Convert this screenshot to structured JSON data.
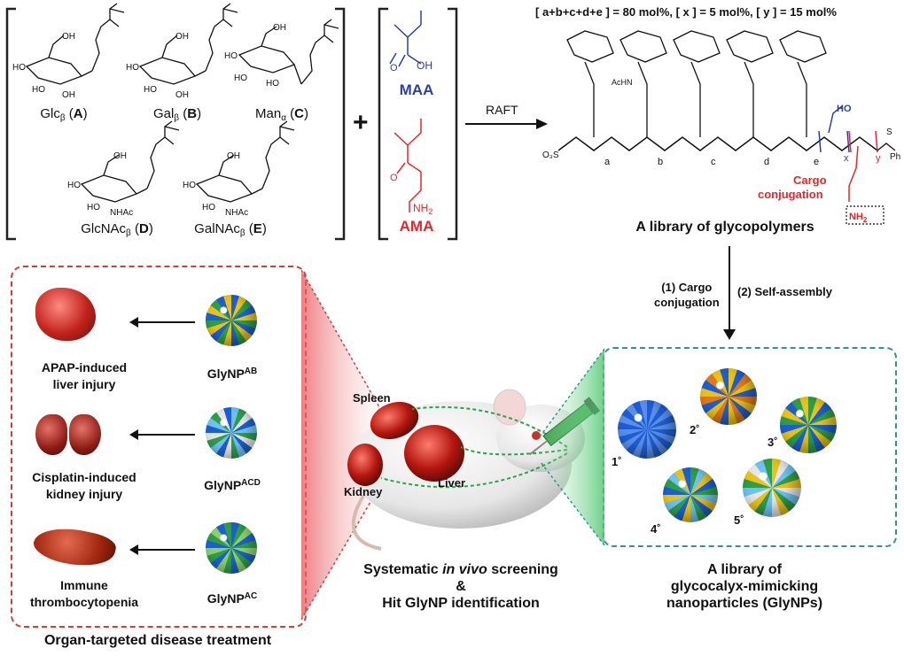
{
  "composition": "[ a+b+c+d+e ] = 80 mol%, [ x ] = 5 mol%, [ y ] = 15 mol%",
  "monomers": {
    "A": {
      "name": "Glc",
      "sub": "β",
      "letter": "A"
    },
    "B": {
      "name": "Gal",
      "sub": "β",
      "letter": "B"
    },
    "C": {
      "name": "Man",
      "sub": "α",
      "letter": "C"
    },
    "D": {
      "name": "GlcNAc",
      "sub": "β",
      "letter": "D"
    },
    "E": {
      "name": "GalNAc",
      "sub": "β",
      "letter": "E"
    }
  },
  "comonomers": {
    "maa": "MAA",
    "ama": "AMA",
    "oh": "OH",
    "nh2": "NH",
    "nh2_sub": "2"
  },
  "plus": "+",
  "raft": "RAFT",
  "polymer": {
    "label": "A library of glycopolymers",
    "cargo": "Cargo",
    "conjugation": "conjugation",
    "nh2": "NH",
    "nh2_sub": "2",
    "ho": "HO",
    "ph": "Ph",
    "s": "S",
    "so3": "O₃S",
    "achn": "AcHN",
    "indices": [
      "a",
      "b",
      "c",
      "d",
      "e",
      "x",
      "y"
    ]
  },
  "steps": {
    "step1_line1": "(1) Cargo",
    "step1_line2": "conjugation",
    "step2": "(2) Self-assembly"
  },
  "nanoparticles": {
    "label_line1": "A library of",
    "label_line2": "glycocalyx-mimicking",
    "label_line3": "nanoparticles (GlyNPs)",
    "numbers": [
      "1˚",
      "2˚",
      "3˚",
      "4˚",
      "5˚"
    ]
  },
  "screening": {
    "line1_pre": "Systematic ",
    "line1_em": "in vivo",
    "line1_post": " screening",
    "line2": "&",
    "line3": "Hit GlyNP identification"
  },
  "organs": {
    "spleen": "Spleen",
    "kidney": "Kidney",
    "liver": "Liver"
  },
  "treatments": [
    {
      "disease_l1": "APAP-induced",
      "disease_l2": "liver injury",
      "np": "GlyNP",
      "np_sup": "AB"
    },
    {
      "disease_l1": "Cisplatin-induced",
      "disease_l2": "kidney injury",
      "np": "GlyNP",
      "np_sup": "ACD"
    },
    {
      "disease_l1": "Immune",
      "disease_l2": "thrombocytopenia",
      "np": "GlyNP",
      "np_sup": "AC"
    }
  ],
  "panel_title": "Organ-targeted disease treatment",
  "colors": {
    "maa": "#2a3fa8",
    "ama": "#e8262a",
    "red_dash": "#d93a3a",
    "teal_dash": "#2a9a86",
    "green_dash": "#2aa24a"
  }
}
